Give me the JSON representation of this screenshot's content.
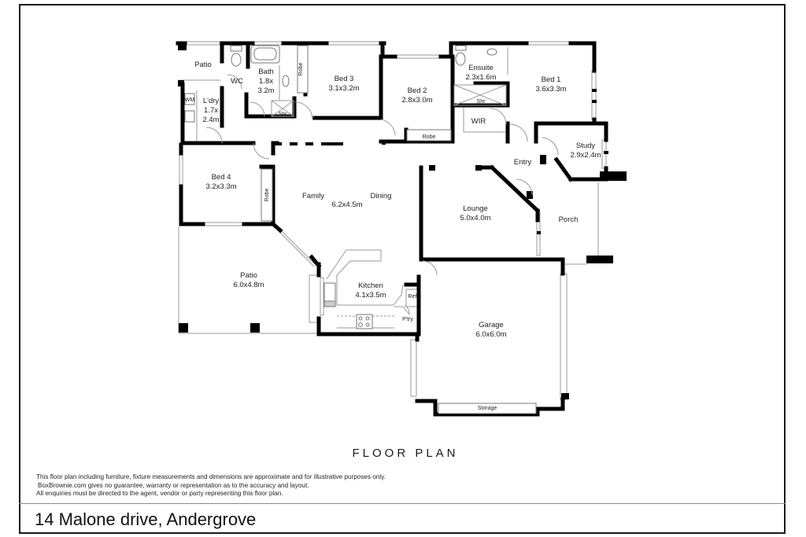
{
  "document": {
    "heading": "FLOOR PLAN",
    "address": "14 Malone drive, Andergrove",
    "disclaimer": [
      "This floor plan including furniture, fixture measurements and dimensions are approximate and for illustrative purposes only.",
      "BoxBrownie.com gives no guarantee, warranty or representation as to the accuracy and layout.",
      "All enquiries must be directed to the agent, vendor or party representing this floor plan."
    ]
  },
  "rooms": {
    "patio_small": {
      "name": "Patio"
    },
    "wc": {
      "name": "WC"
    },
    "bath": {
      "name": "Bath",
      "dim1": "1.8x",
      "dim2": "3.2m"
    },
    "laundry": {
      "name": "L'dry",
      "dim1": "1.7x",
      "dim2": "2.4m"
    },
    "bed3": {
      "name": "Bed 3",
      "dim": "3.1x3.2m"
    },
    "bed2": {
      "name": "Bed 2",
      "dim": "2.8x3.0m"
    },
    "ensuite": {
      "name": "Ensuite",
      "dim": "2.3x1.6m"
    },
    "bed1": {
      "name": "Bed 1",
      "dim": "3.6x3.3m"
    },
    "wir": {
      "name": "WIR"
    },
    "study": {
      "name": "Study",
      "dim": "2.9x2.4m"
    },
    "entry": {
      "name": "Entry"
    },
    "bed4": {
      "name": "Bed 4",
      "dim": "3.2x3.3m"
    },
    "family": {
      "name": "Family",
      "dim": "6.2x4.5m"
    },
    "dining": {
      "name": "Dining"
    },
    "lounge": {
      "name": "Lounge",
      "dim": "5.0x4.0m"
    },
    "porch": {
      "name": "Porch"
    },
    "patio_large": {
      "name": "Patio",
      "dim": "6.0x4.8m"
    },
    "kitchen": {
      "name": "Kitchen",
      "dim": "4.1x3.5m"
    },
    "garage": {
      "name": "Garage",
      "dim": "6.0x6.0m"
    }
  },
  "fixtures": {
    "robe": "Robe",
    "shower": "Shr",
    "washing_machine": "WM",
    "refrigerator": "Ref",
    "pantry": "P'try",
    "storage": "Storage"
  }
}
